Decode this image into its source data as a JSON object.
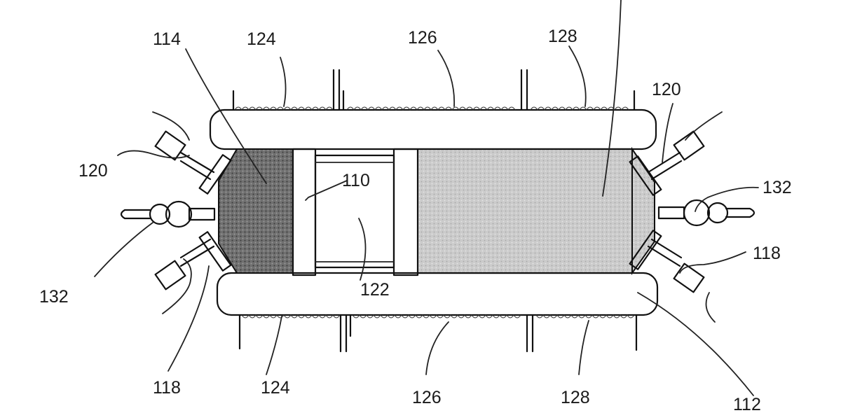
{
  "labels": {
    "l114": "114",
    "l124_top": "124",
    "l126_top": "126",
    "l128_top": "128",
    "l120_right": "120",
    "l120_left": "120",
    "l110": "110",
    "l132_right": "132",
    "l132_left": "132",
    "l118_right": "118",
    "l122": "122",
    "l118_left": "118",
    "l124_bottom": "124",
    "l126_bottom": "126",
    "l128_bottom": "128",
    "l112": "112"
  },
  "colors": {
    "line": "#111111",
    "dark_fill": "#6f6f6f",
    "light_fill": "#c9c9c9",
    "background": "#ffffff"
  }
}
